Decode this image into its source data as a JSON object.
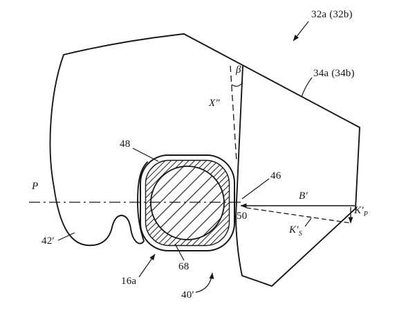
{
  "figure": {
    "background": "#ffffff",
    "ink": "#161616",
    "labels": {
      "ref_32": "32a (32b)",
      "ref_34": "34a (34b)",
      "beta": "β",
      "axis_x": "X″",
      "ref_48": "48",
      "ref_46": "46",
      "point_p": "P",
      "dim_b": "B′",
      "ref_50": "50",
      "k_p_main": "K′",
      "k_p_sub": "P",
      "k_s_main": "K′",
      "k_s_sub": "S",
      "ref_42": "42′",
      "ref_16a": "16a",
      "ref_68": "68",
      "ref_40": "40′"
    }
  }
}
